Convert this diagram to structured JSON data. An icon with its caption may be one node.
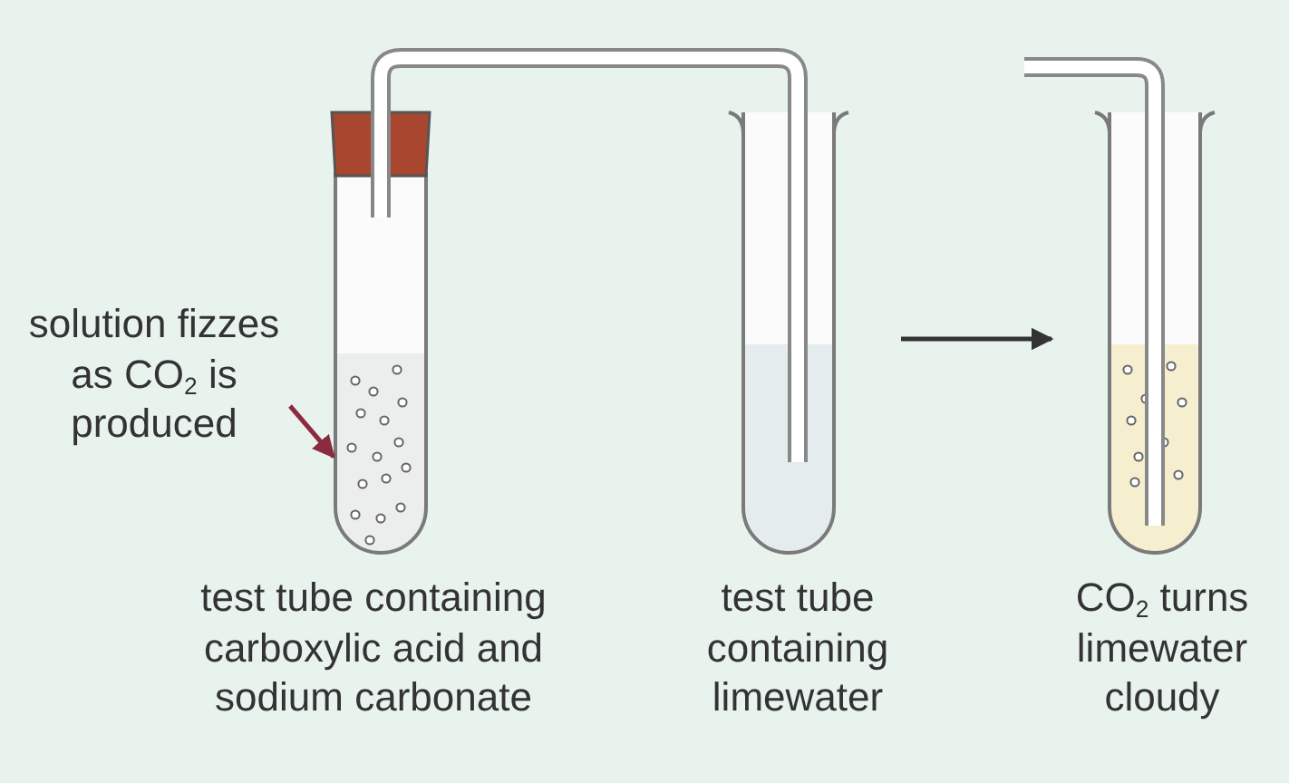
{
  "diagram": {
    "nodes": [
      {
        "text": [
          "solution fizzes as CO$_{2}$ is produced"
        ]
      },
      {
        "text": [],
        "shape": "tube",
        "beside": [
          "test tube containing carboxylic acid and sodium carbonate"
        ]
      },
      {
        "text": [],
        "shape": "tube",
        "beside": [
          "test tube containing limewater"
        ]
      },
      {
        "text": [],
        "shape": "tube",
        "beside": [
          "CO$_{2}$ turns limewater cloudy"
        ]
      }
    ],
    "edges": [
      {
        "from": 0,
        "to": 1,
        "arrow": "to",
        "color": "#8b2b3f"
      },
      {
        "from": 1,
        "to": 2,
        "arrow": "none",
        "style": "thick",
        "color": "#888888"
      },
      {
        "from": 2,
        "to": 3,
        "arrow": "to"
      }
    ]
  }
}
